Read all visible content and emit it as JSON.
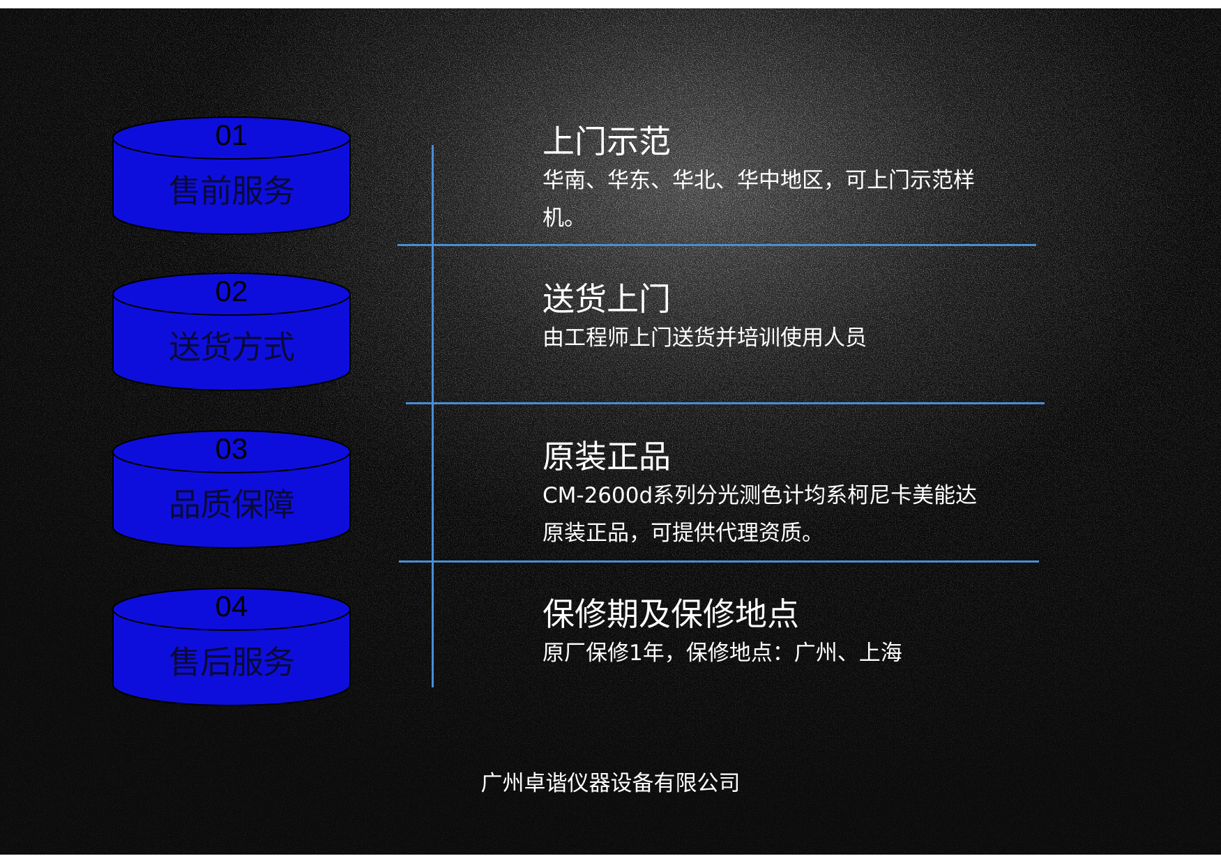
{
  "colors": {
    "cylinder_fill": "#0e0edc",
    "divider": "#4a8fd6",
    "text": "#ffffff"
  },
  "cylinders": [
    {
      "number": "01",
      "label": "售前服务"
    },
    {
      "number": "02",
      "label": "送货方式"
    },
    {
      "number": "03",
      "label": "品质保障"
    },
    {
      "number": "04",
      "label": "售后服务"
    }
  ],
  "items": [
    {
      "title": "上门示范",
      "desc": "华南、华东、华北、华中地区，可上门示范样机。"
    },
    {
      "title": "送货上门",
      "desc": "由工程师上门送货并培训使用人员"
    },
    {
      "title": "原装正品",
      "desc": "CM-2600d系列分光测色计均系柯尼卡美能达原装正品，可提供代理资质。"
    },
    {
      "title": "保修期及保修地点",
      "desc": "原厂保修1年，保修地点：广州、上海"
    }
  ],
  "footer": {
    "company": "广州卓谐仪器设备有限公司"
  }
}
